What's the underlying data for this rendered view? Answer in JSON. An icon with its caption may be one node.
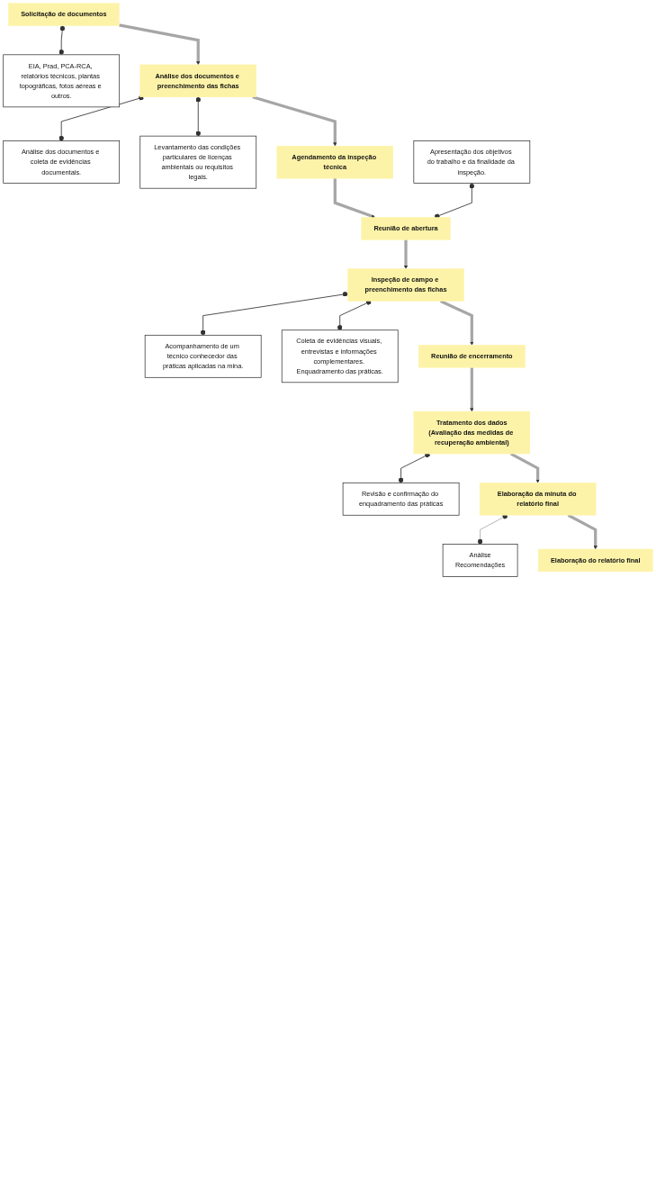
{
  "diagram": {
    "nodes": [
      {
        "text": [
          "Solicitação de documentos"
        ]
      },
      {
        "text": [
          "EIA, Prad, PCA-RCA, relatórios técnicos, plantas topográficas, fotos aéreas e outros."
        ]
      },
      {
        "text": [
          "Análise dos documentos e preenchimento das fichas"
        ]
      },
      {
        "text": [
          "Análise dos documentos e coleta de evidências documentais."
        ]
      },
      {
        "text": [
          "Levantamento das condições particulares de licenças ambientais ou requisitos legais."
        ]
      },
      {
        "text": [
          "Agendamento da inspeção técnica"
        ]
      },
      {
        "text": [
          "Reunião de abertura"
        ]
      },
      {
        "text": [
          "Apresentação dos objetivos do trabalho e da finalidade da inspeção."
        ]
      },
      {
        "text": [
          "Inspeção de campo e preenchimento das fichas"
        ]
      },
      {
        "text": [
          "Acompanhamento de um técnico conhecedor das práticas aplicadas na mina."
        ]
      },
      {
        "text": [
          "Coleta de evidências visuais, entrevistas e informações complementares. Enquadramento das práticas."
        ]
      },
      {
        "text": [
          "Reunião de encerramento"
        ]
      },
      {
        "text": [
          "Tratamento dos dados",
          "(Avaliação das medidas de recuperação ambiental)"
        ]
      },
      {
        "text": [
          "Revisão e confirmação do enquadramento das práticas"
        ]
      },
      {
        "text": [
          "Elaboração da minuta do relatório final"
        ]
      },
      {
        "text": [
          "Análise",
          "Recomendações"
        ]
      },
      {
        "text": [
          "Elaboração do relatório final"
        ]
      }
    ],
    "edges": [
      {
        "from": 0,
        "to": 1,
        "arrow": "other",
        "color": "#111111"
      },
      {
        "from": 0,
        "to": 2,
        "arrow": "to",
        "style": "thick",
        "color": "#a6a6a6"
      },
      {
        "from": 2,
        "to": 3,
        "arrow": "other",
        "color": "#111111"
      },
      {
        "from": 2,
        "to": 4,
        "arrow": "other",
        "color": "#111111"
      },
      {
        "from": 2,
        "to": 5,
        "arrow": "to",
        "style": "thick",
        "color": "#a6a6a6"
      },
      {
        "from": 5,
        "to": 6,
        "arrow": "to",
        "style": "thick",
        "color": "#a6a6a6"
      },
      {
        "from": 6,
        "to": 7,
        "arrow": "other",
        "color": "#111111"
      },
      {
        "from": 6,
        "to": 8,
        "arrow": "to",
        "style": "thick",
        "color": "#a6a6a6"
      },
      {
        "from": 8,
        "to": 9,
        "arrow": "other",
        "color": "#111111"
      },
      {
        "from": 8,
        "to": 10,
        "arrow": "other",
        "color": "#111111"
      },
      {
        "from": 8,
        "to": 11,
        "arrow": "to",
        "style": "thick",
        "color": "#a6a6a6"
      },
      {
        "from": 11,
        "to": 12,
        "arrow": "to",
        "style": "thick",
        "color": "#a6a6a6"
      },
      {
        "from": 12,
        "to": 13,
        "arrow": "other",
        "color": "#111111"
      },
      {
        "from": 12,
        "to": 14,
        "arrow": "to",
        "style": "thick",
        "color": "#a6a6a6"
      },
      {
        "from": 14,
        "to": 15,
        "arrow": "other",
        "color": "#9a9a9a"
      },
      {
        "from": 14,
        "to": 16,
        "arrow": "to",
        "style": "thick",
        "color": "#a6a6a6"
      }
    ]
  }
}
